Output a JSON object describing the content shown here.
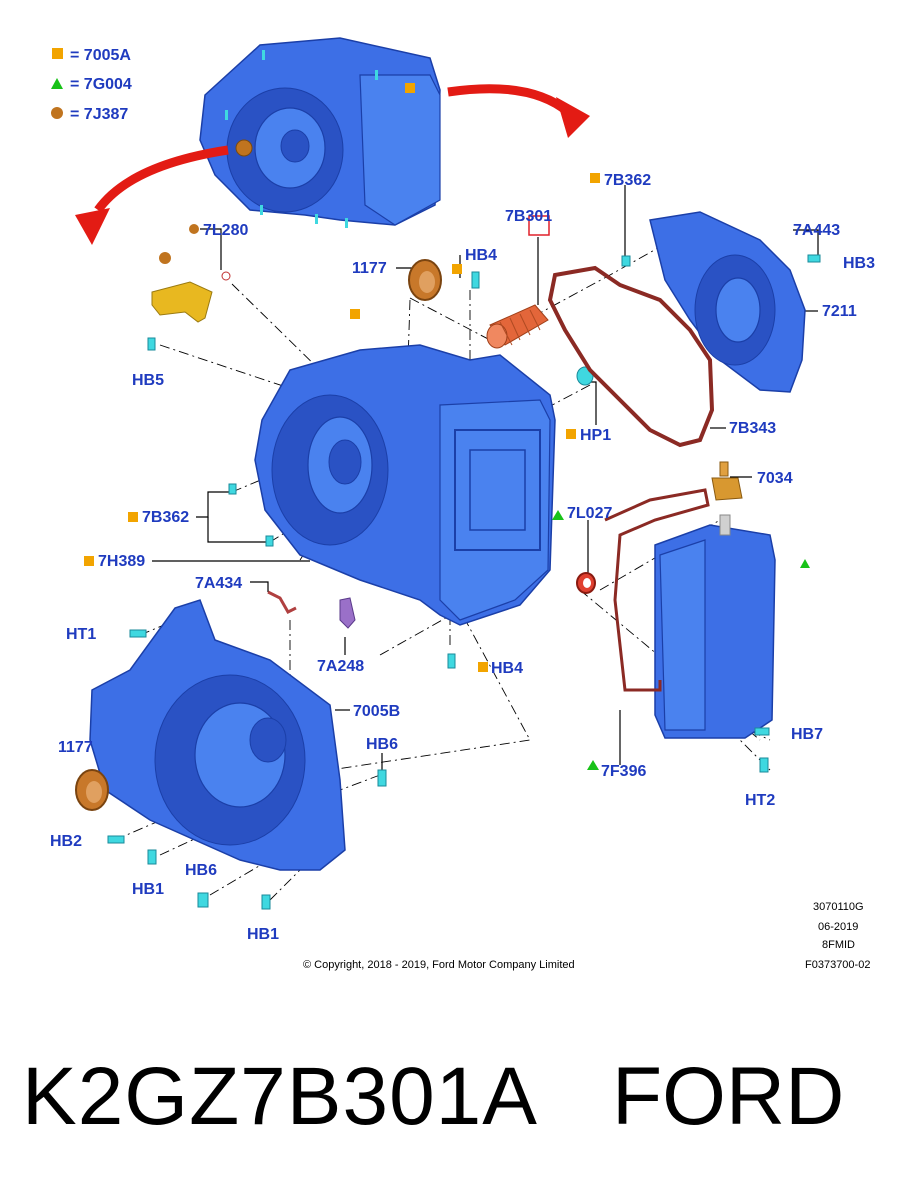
{
  "legend": [
    {
      "symbol": "square",
      "color": "#f2a400",
      "text": "= 7005A"
    },
    {
      "symbol": "triangle",
      "color": "#18c218",
      "text": "= 7G004"
    },
    {
      "symbol": "circle",
      "color": "#c0741f",
      "text": "= 7J387"
    }
  ],
  "labels": {
    "l_7L280": "7L280",
    "l_HB5": "HB5",
    "l_1177a": "1177",
    "l_HB4a": "HB4",
    "l_7B301": "7B301",
    "l_7B362a": "7B362",
    "l_7A443": "7A443",
    "l_HB3": "HB3",
    "l_7211": "7211",
    "l_7B343": "7B343",
    "l_HP1": "HP1",
    "l_7034": "7034",
    "l_7B362b": "7B362",
    "l_7L027": "7L027",
    "l_7H389": "7H389",
    "l_7A434": "7A434",
    "l_HT1": "HT1",
    "l_7A248": "7A248",
    "l_HB4b": "HB4",
    "l_7005B": "7005B",
    "l_1177b": "1177",
    "l_HB6a": "HB6",
    "l_HB7": "HB7",
    "l_7F396": "7F396",
    "l_HT2": "HT2",
    "l_HB2": "HB2",
    "l_HB1a": "HB1",
    "l_HB6b": "HB6",
    "l_HB1b": "HB1"
  },
  "meta": {
    "line1": "3070110G",
    "line2": "06-2019",
    "line3": "8FMID",
    "line4": "F0373700-02"
  },
  "copyright": "© Copyright, 2018 - 2019, Ford Motor Company Limited",
  "footer": {
    "part_number": "K2GZ7B301A",
    "brand": "FORD"
  },
  "colors": {
    "label_blue": "#1f3bbf",
    "part_blue": "#3d6fe6",
    "arrow_red": "#e31b14",
    "gasket": "#8b2a24",
    "filter": "#e3663a",
    "highlight_box": "#e0202a"
  }
}
